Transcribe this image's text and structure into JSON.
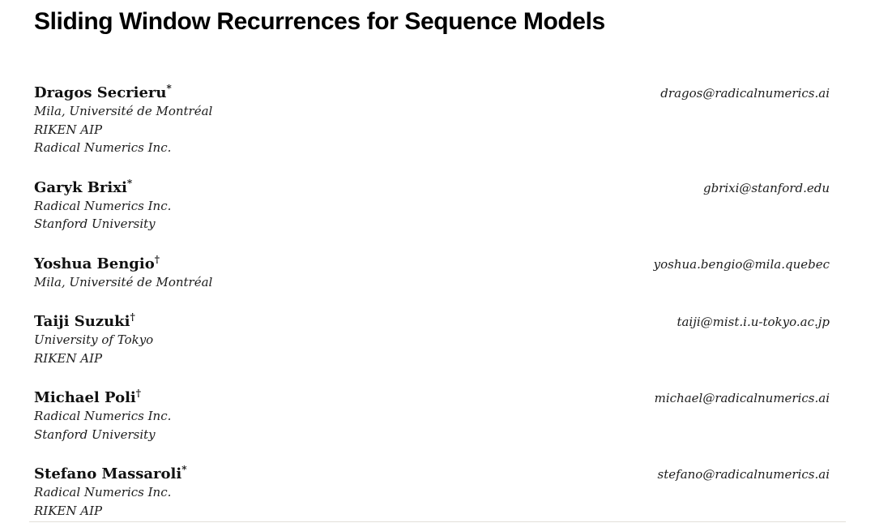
{
  "paper": {
    "title": "Sliding Window Recurrences for Sequence Models",
    "authors": [
      {
        "name": "Dragos Secrieru",
        "marker": "*",
        "affiliations": [
          "Mila, Université de Montréal",
          "RIKEN AIP",
          "Radical Numerics Inc."
        ],
        "email": "dragos@radicalnumerics.ai"
      },
      {
        "name": "Garyk Brixi",
        "marker": "*",
        "affiliations": [
          "Radical Numerics Inc.",
          "Stanford University"
        ],
        "email": "gbrixi@stanford.edu"
      },
      {
        "name": "Yoshua Bengio",
        "marker": "†",
        "affiliations": [
          "Mila, Université de Montréal"
        ],
        "email": "yoshua.bengio@mila.quebec"
      },
      {
        "name": "Taiji Suzuki",
        "marker": "†",
        "affiliations": [
          "University of Tokyo",
          "RIKEN AIP"
        ],
        "email": "taiji@mist.i.u-tokyo.ac.jp"
      },
      {
        "name": "Michael Poli",
        "marker": "†",
        "affiliations": [
          "Radical Numerics Inc.",
          "Stanford University"
        ],
        "email": "michael@radicalnumerics.ai"
      },
      {
        "name": "Stefano Massaroli",
        "marker": "*",
        "affiliations": [
          "Radical Numerics Inc.",
          "RIKEN AIP"
        ],
        "email": "stefano@radicalnumerics.ai"
      }
    ]
  }
}
